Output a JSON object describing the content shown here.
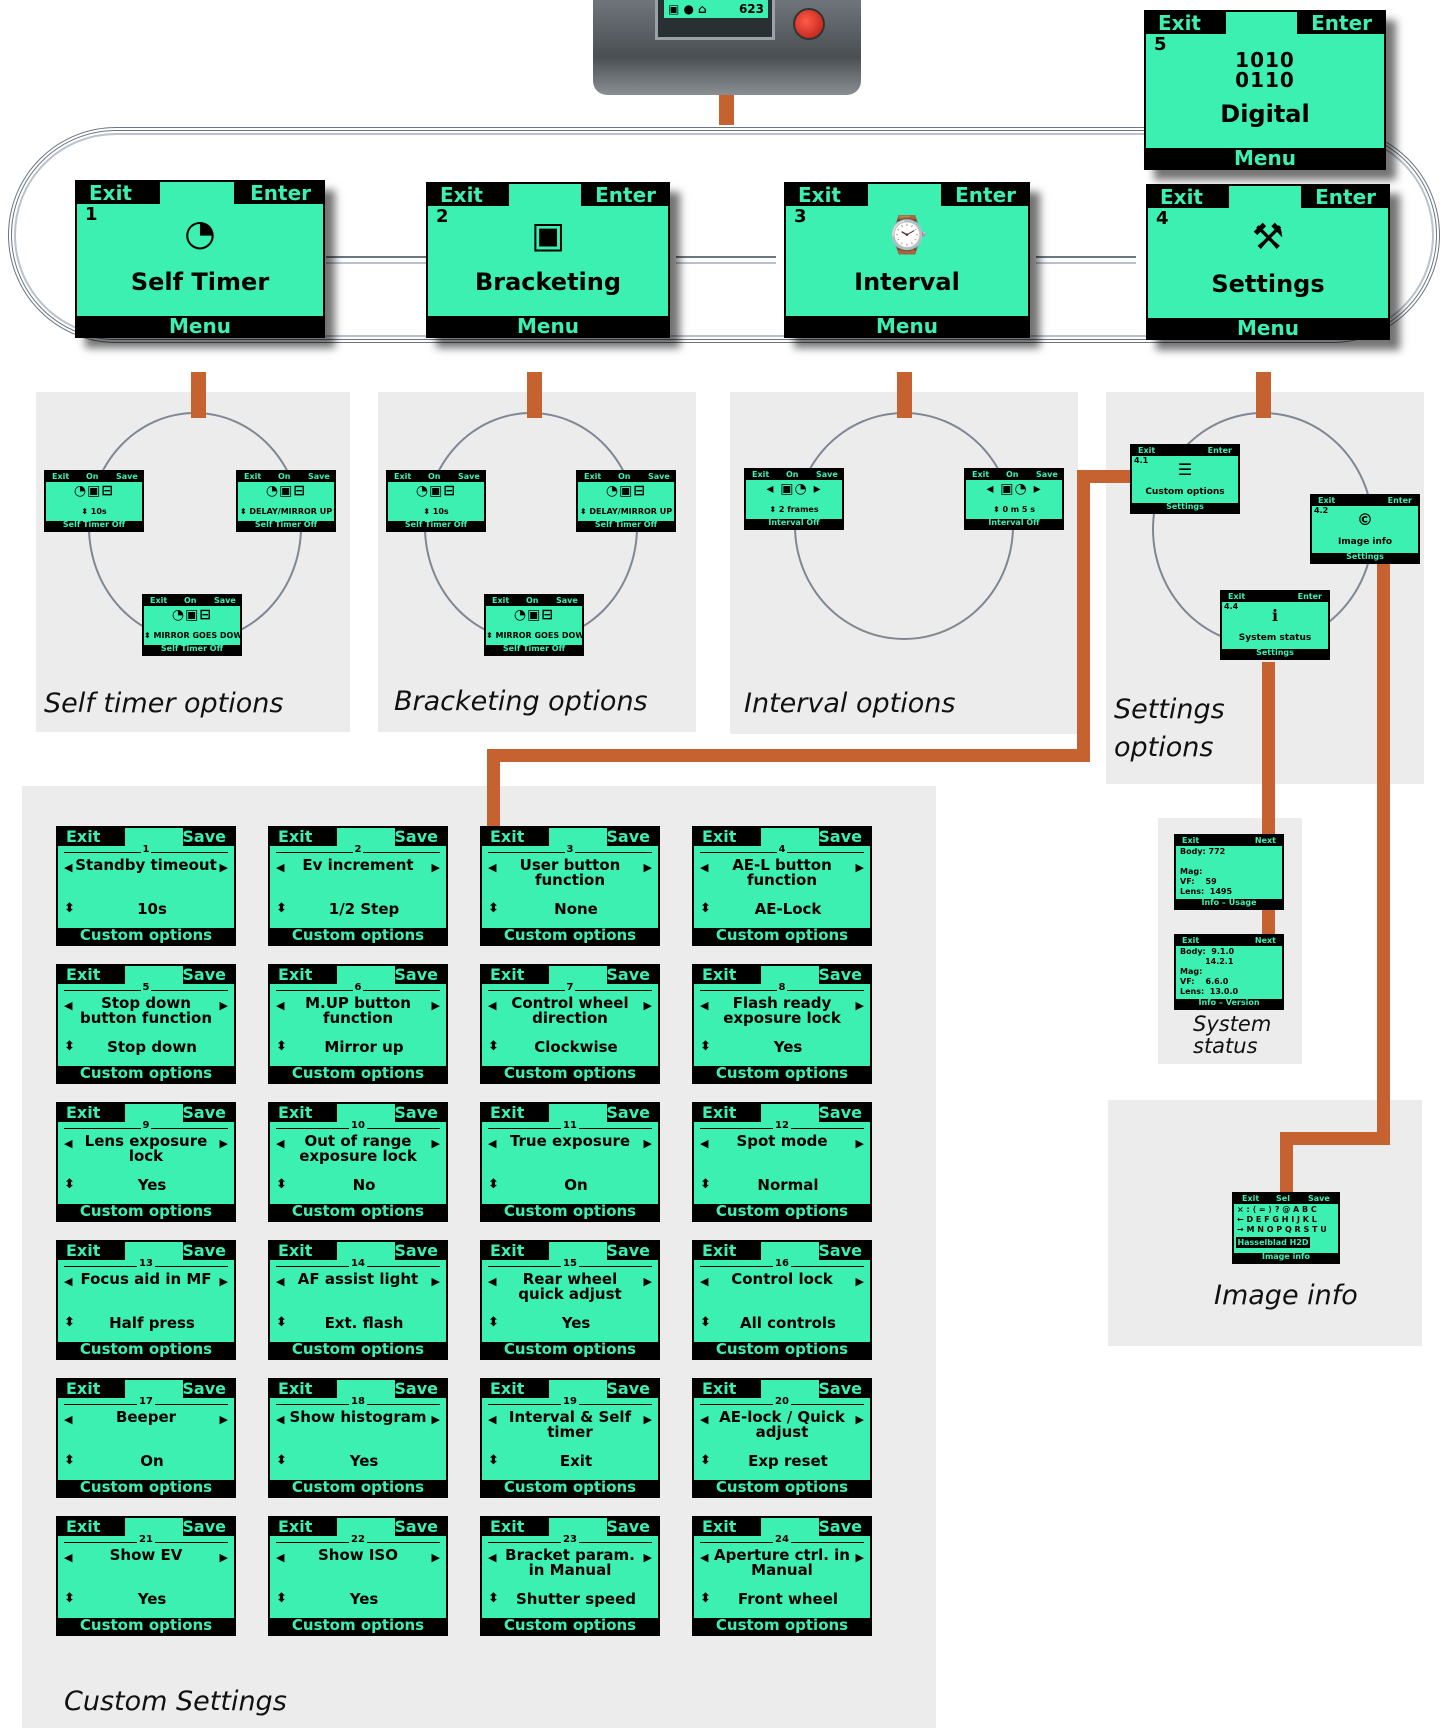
{
  "camera_lcd": {
    "text": "623"
  },
  "main_menu": [
    {
      "num": "5",
      "title": "Digital",
      "left": "Exit",
      "right": "Enter",
      "bottom": "Menu",
      "icon": "digital-icon",
      "icon_lines": [
        "1010",
        "0110"
      ]
    },
    {
      "num": "1",
      "title": "Self Timer",
      "left": "Exit",
      "right": "Enter",
      "bottom": "Menu",
      "icon": "timer-icon",
      "glyph": "◔"
    },
    {
      "num": "2",
      "title": "Bracketing",
      "left": "Exit",
      "right": "Enter",
      "bottom": "Menu",
      "icon": "bracketing-icon",
      "glyph": "▣"
    },
    {
      "num": "3",
      "title": "Interval",
      "left": "Exit",
      "right": "Enter",
      "bottom": "Menu",
      "icon": "interval-icon",
      "glyph": "⌚"
    },
    {
      "num": "4",
      "title": "Settings",
      "left": "Exit",
      "right": "Enter",
      "bottom": "Menu",
      "icon": "settings-icon",
      "glyph": "⚒"
    }
  ],
  "captions": {
    "self_timer": "Self timer options",
    "bracketing": "Bracketing options",
    "interval": "Interval options",
    "settings_1": "Settings",
    "settings_2": "options",
    "system_status_1": "System",
    "system_status_2": "status",
    "image_info": "Image info",
    "custom_settings": "Custom Settings"
  },
  "self_timer_screens": [
    {
      "top": [
        "Exit",
        "On",
        "Save"
      ],
      "value": "⬍ 10s",
      "bottom": "Self Timer Off"
    },
    {
      "top": [
        "Exit",
        "On",
        "Save"
      ],
      "value": "⬍ DELAY/MIRROR UP",
      "bottom": "Self Timer Off"
    },
    {
      "top": [
        "Exit",
        "On",
        "Save"
      ],
      "value": "⬍ MIRROR GOES DOWN",
      "bottom": "Self Timer Off"
    }
  ],
  "bracketing_screens": [
    {
      "top": [
        "Exit",
        "On",
        "Save"
      ],
      "value": "⬍ 10s",
      "bottom": "Self Timer Off"
    },
    {
      "top": [
        "Exit",
        "On",
        "Save"
      ],
      "value": "⬍ DELAY/MIRROR UP",
      "bottom": "Self Timer Off"
    },
    {
      "top": [
        "Exit",
        "On",
        "Save"
      ],
      "value": "⬍ MIRROR GOES DOWN",
      "bottom": "Self Timer Off"
    }
  ],
  "interval_screens": [
    {
      "top": [
        "Exit",
        "On",
        "Save"
      ],
      "value": "⬍ 2 frames",
      "bottom": "Interval Off"
    },
    {
      "top": [
        "Exit",
        "On",
        "Save"
      ],
      "value": "⬍ 0 m 5 s",
      "bottom": "Interval Off"
    }
  ],
  "settings_screens": [
    {
      "num": "4.1",
      "top": [
        "Exit",
        "Enter"
      ],
      "title": "Custom options",
      "bottom": "Settings",
      "icon": "list-icon"
    },
    {
      "num": "4.2",
      "top": [
        "Exit",
        "Enter"
      ],
      "title": "Image info",
      "bottom": "Settings",
      "icon": "copyright-icon"
    },
    {
      "num": "4.4",
      "top": [
        "Exit",
        "Enter"
      ],
      "title": "System status",
      "bottom": "Settings",
      "icon": "info-icon"
    }
  ],
  "system_status_screens": [
    {
      "top": [
        "Exit",
        "Next"
      ],
      "lines": [
        "Body: 772",
        "",
        "Mag:",
        "VF:    59",
        "Lens:  1495"
      ],
      "bottom": "Info – Usage"
    },
    {
      "top": [
        "Exit",
        "Next"
      ],
      "lines": [
        "Body:  9.1.0",
        "         14.2.1",
        "Mag:",
        "VF:    6.6.0",
        "Lens:  13.0.0"
      ],
      "bottom": "Info – Version"
    }
  ],
  "image_info_screen": {
    "top": [
      "Exit",
      "Sel",
      "Save"
    ],
    "rows": [
      "× : ⟨ = ⟩ ? @ A B C",
      "← D E F G H I J K L",
      "→ M N O P Q R S T U"
    ],
    "value": "Hasselblad H2D",
    "bottom": "Image info"
  },
  "custom_options": [
    {
      "num": "1",
      "title": "Standby timeout",
      "value": "10s"
    },
    {
      "num": "2",
      "title": "Ev increment",
      "value": "1/2 Step"
    },
    {
      "num": "3",
      "title": "User button function",
      "value": "None"
    },
    {
      "num": "4",
      "title": "AE-L button function",
      "value": "AE-Lock"
    },
    {
      "num": "5",
      "title": "Stop down button function",
      "value": "Stop down"
    },
    {
      "num": "6",
      "title": "M.UP button function",
      "value": "Mirror up"
    },
    {
      "num": "7",
      "title": "Control wheel direction",
      "value": "Clockwise"
    },
    {
      "num": "8",
      "title": "Flash ready exposure lock",
      "value": "Yes"
    },
    {
      "num": "9",
      "title": "Lens exposure lock",
      "value": "Yes"
    },
    {
      "num": "10",
      "title": "Out of range exposure lock",
      "value": "No"
    },
    {
      "num": "11",
      "title": "True exposure",
      "value": "On"
    },
    {
      "num": "12",
      "title": "Spot mode",
      "value": "Normal"
    },
    {
      "num": "13",
      "title": "Focus aid in MF",
      "value": "Half press"
    },
    {
      "num": "14",
      "title": "AF assist light",
      "value": "Ext. flash"
    },
    {
      "num": "15",
      "title": "Rear wheel quick adjust",
      "value": "Yes"
    },
    {
      "num": "16",
      "title": "Control lock",
      "value": "All controls"
    },
    {
      "num": "17",
      "title": "Beeper",
      "value": "On"
    },
    {
      "num": "18",
      "title": "Show histogram",
      "value": "Yes"
    },
    {
      "num": "19",
      "title": "Interval & Self timer",
      "value": "Exit"
    },
    {
      "num": "20",
      "title": "AE-lock / Quick adjust",
      "value": "Exp reset"
    },
    {
      "num": "21",
      "title": "Show EV",
      "value": "Yes"
    },
    {
      "num": "22",
      "title": "Show ISO",
      "value": "Yes"
    },
    {
      "num": "23",
      "title": "Bracket param. in Manual",
      "value": "Shutter speed"
    },
    {
      "num": "24",
      "title": "Aperture ctrl. in Manual",
      "value": "Front wheel"
    }
  ],
  "custom_option_chrome": {
    "left": "Exit",
    "right": "Save",
    "bottom": "Custom options"
  },
  "colors": {
    "lcd": "#3cf0b2",
    "connector": "#c6622f",
    "panel": "#ececec"
  }
}
